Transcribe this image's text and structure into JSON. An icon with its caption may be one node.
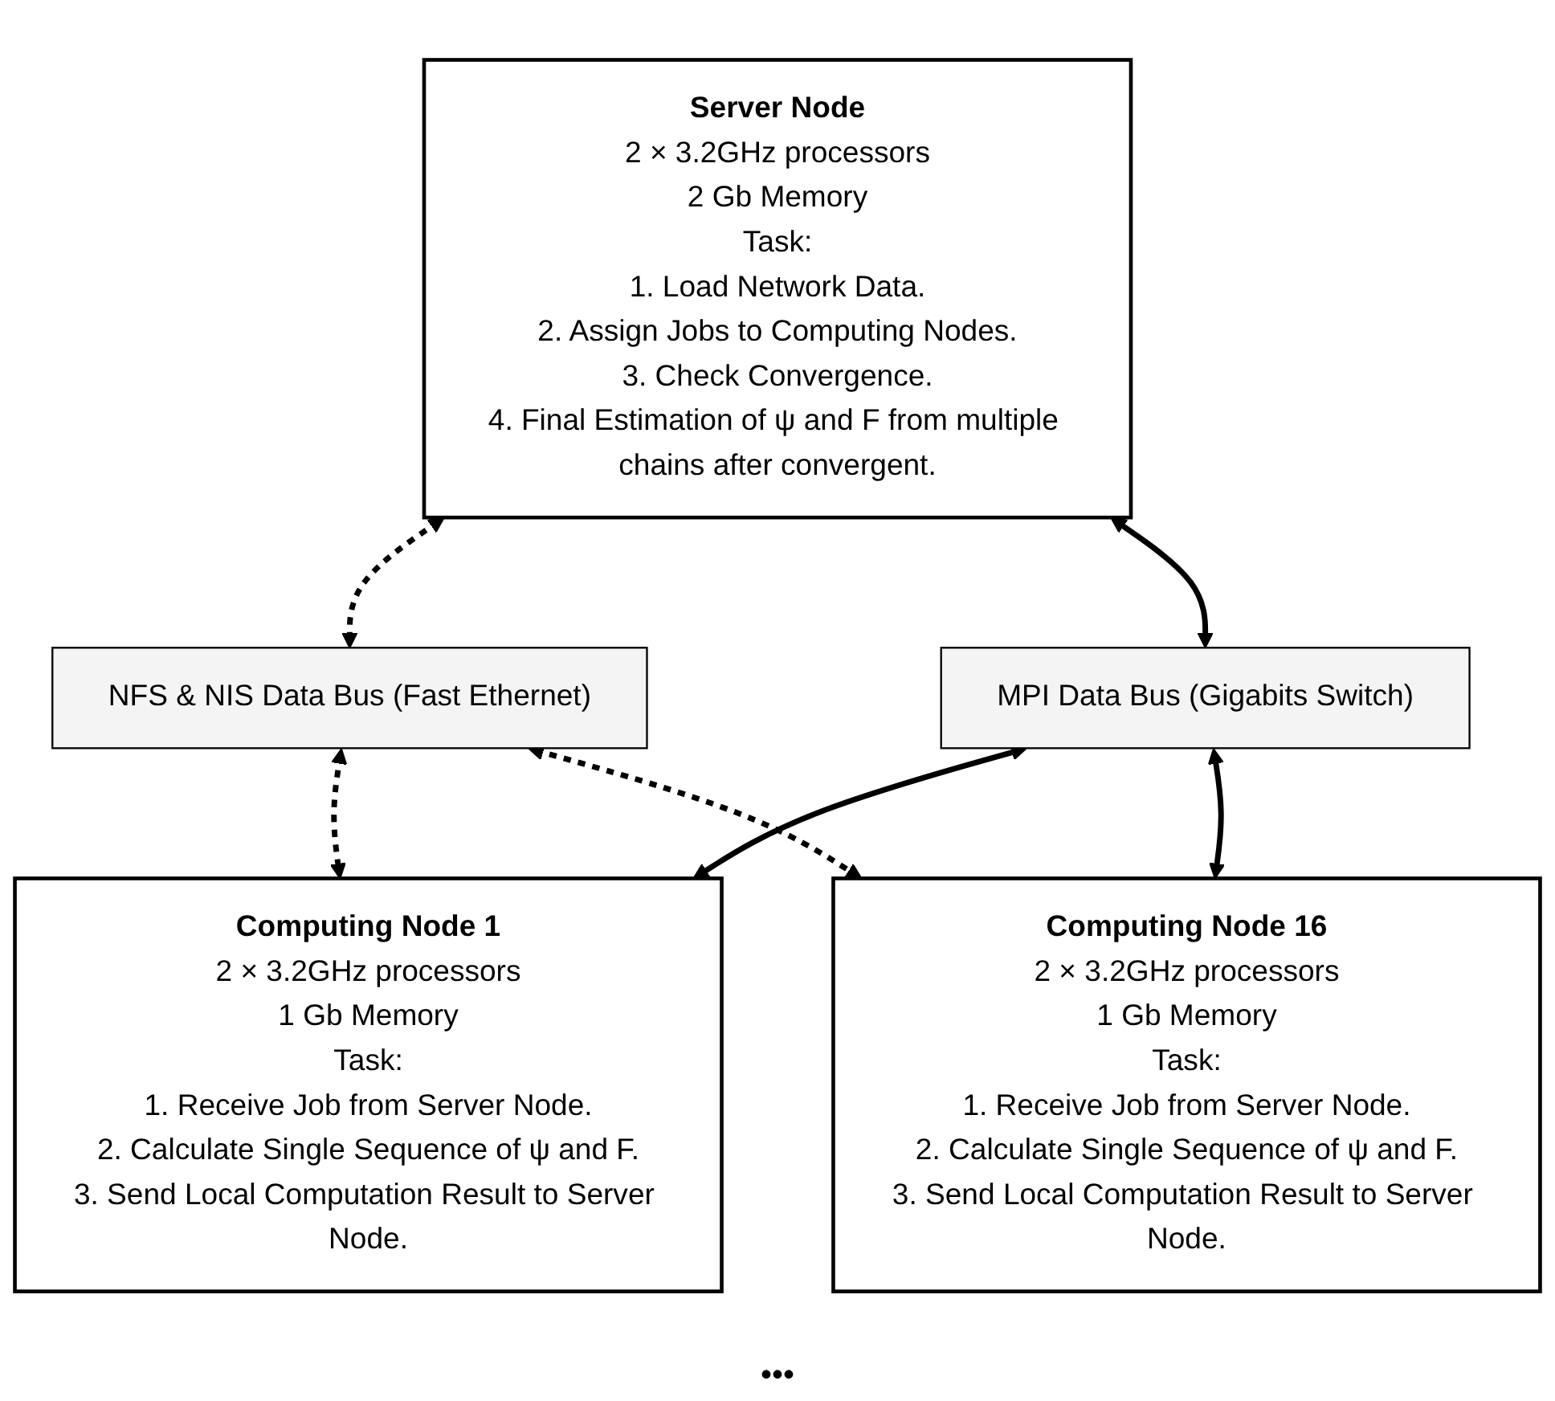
{
  "diagram": {
    "nodes": [
      {
        "text": [
          "Server Node",
          "2 × 3.2GHz processors",
          "2 Gb Memory",
          "Task:",
          "1. Load Network Data.",
          "2. Assign Jobs to Computing Nodes.",
          "3. Check Convergence.",
          "4. Final Estimation of ψ and F from multiple chains after convergent."
        ]
      },
      {
        "text": [
          "MPI Data Bus (Gigabits Switch)"
        ]
      },
      {
        "text": [
          "NFS & NIS Data Bus (Fast Ethernet)"
        ]
      },
      {
        "text": [
          "Computing Node 1",
          "2 × 3.2GHz processors",
          "1 Gb Memory",
          "Task:",
          "1. Receive Job from Server Node.",
          "2. Calculate Single Sequence of ψ and F.",
          "3. Send Local Computation Result to Server Node."
        ]
      },
      {
        "text": [
          "Computing Node 16",
          "2 × 3.2GHz processors",
          "1 Gb Memory",
          "Task:",
          "1. Receive Job from Server Node.",
          "2. Calculate Single Sequence of ψ and F.",
          "3. Send Local Computation Result to Server Node."
        ]
      }
    ],
    "edges": [
      {
        "from": 0,
        "to": 2,
        "arrow": "both",
        "style": "dashed"
      },
      {
        "from": 0,
        "to": 1,
        "arrow": "both"
      },
      {
        "from": 1,
        "to": 3,
        "arrow": "both"
      },
      {
        "from": 2,
        "to": 3,
        "arrow": "both",
        "style": "dashed"
      },
      {
        "from": 2,
        "to": 4,
        "arrow": "both",
        "style": "dashed"
      },
      {
        "from": 1,
        "to": 4,
        "arrow": "both"
      }
    ],
    "labels": [
      "•••"
    ]
  }
}
